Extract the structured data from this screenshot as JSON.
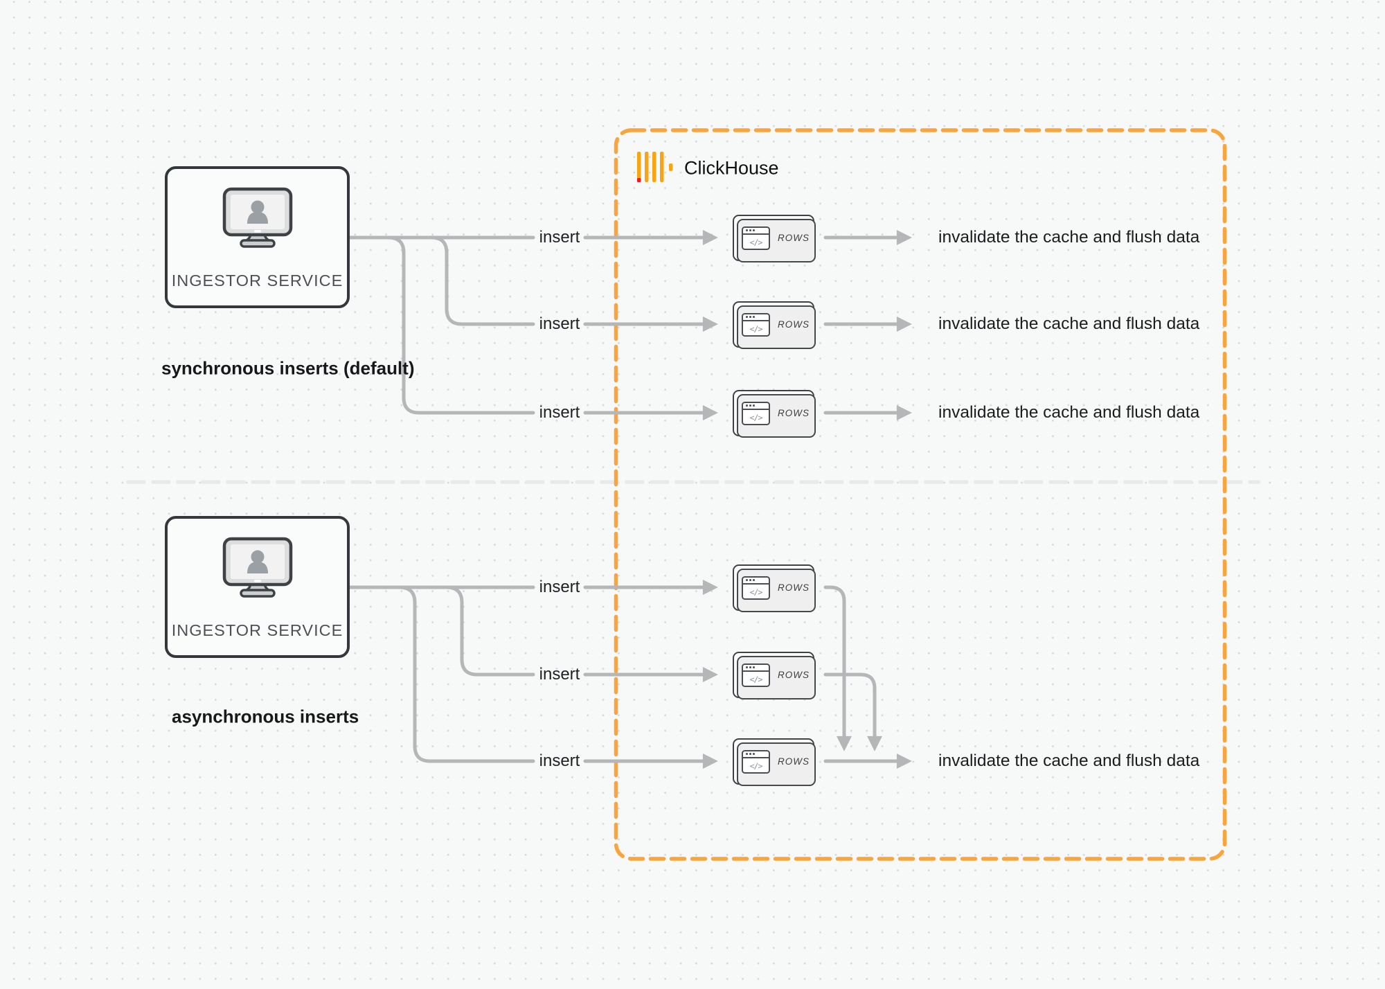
{
  "colors": {
    "accent_orange": "#F9A43C",
    "logo_orange": "#F7A512",
    "brand_red": "#EC1C24",
    "connector_gray": "#B5B6B8",
    "divider_gray": "#E9E9EB",
    "text_dark": "#1B1C1E"
  },
  "clickhouse_box": {
    "title": "ClickHouse",
    "logo_icon": "clickhouse-bars-logo"
  },
  "sync_section": {
    "service_label": "INGESTOR SERVICE",
    "service_icon": "monitor-user-icon",
    "caption": "synchronous inserts (default)",
    "rows": [
      {
        "insert_label": "insert",
        "node_icon": "</>",
        "node_label": "ROWS",
        "result_label": "invalidate the cache and flush data"
      },
      {
        "insert_label": "insert",
        "node_icon": "</>",
        "node_label": "ROWS",
        "result_label": "invalidate the cache and flush data"
      },
      {
        "insert_label": "insert",
        "node_icon": "</>",
        "node_label": "ROWS",
        "result_label": "invalidate the cache and flush data"
      }
    ]
  },
  "async_section": {
    "service_label": "INGESTOR SERVICE",
    "service_icon": "monitor-user-icon",
    "caption": "asynchronous inserts",
    "rows": [
      {
        "insert_label": "insert",
        "node_icon": "</>",
        "node_label": "ROWS"
      },
      {
        "insert_label": "insert",
        "node_icon": "</>",
        "node_label": "ROWS"
      },
      {
        "insert_label": "insert",
        "node_icon": "</>",
        "node_label": "ROWS"
      }
    ],
    "result_label": "invalidate the cache and flush data"
  }
}
